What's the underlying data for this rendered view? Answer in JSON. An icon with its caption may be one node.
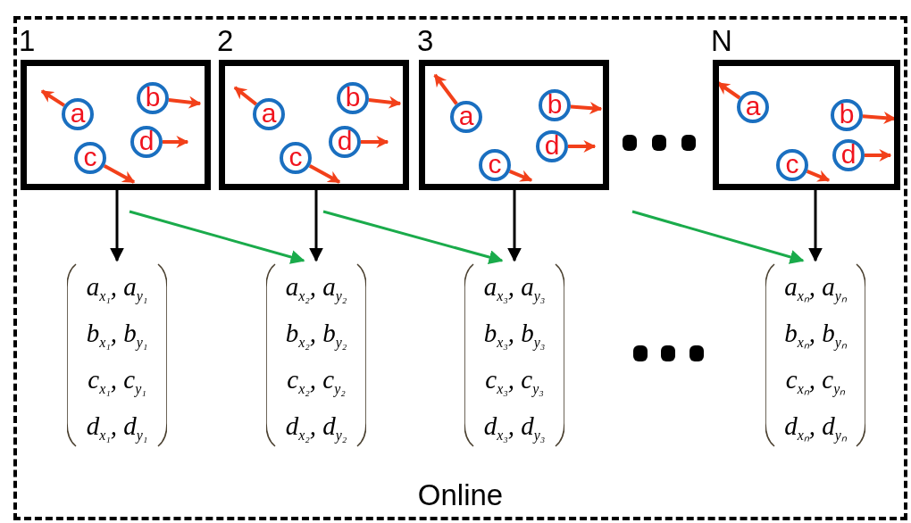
{
  "diagram": {
    "nodes": [
      {
        "text": [
          "Online"
        ]
      },
      {
        "text": [
          "1"
        ],
        "in": 0
      },
      {
        "text": [
          "a"
        ],
        "in": 1
      },
      {
        "text": [
          "b"
        ],
        "in": 1
      },
      {
        "text": [
          "c"
        ],
        "in": 1
      },
      {
        "text": [
          "d"
        ],
        "in": 1
      },
      {
        "text": [
          "2"
        ],
        "in": 0
      },
      {
        "text": [
          "a"
        ],
        "in": 6
      },
      {
        "text": [
          "b"
        ],
        "in": 6
      },
      {
        "text": [
          "c"
        ],
        "in": 6
      },
      {
        "text": [
          "d"
        ],
        "in": 6
      },
      {
        "text": [
          "3"
        ],
        "in": 0
      },
      {
        "text": [
          "a"
        ],
        "in": 11
      },
      {
        "text": [
          "b"
        ],
        "in": 11
      },
      {
        "text": [
          "c"
        ],
        "in": 11
      },
      {
        "text": [
          "d"
        ],
        "in": 11
      },
      {
        "text": [
          "N"
        ],
        "in": 0
      },
      {
        "text": [
          "a"
        ],
        "in": 16
      },
      {
        "text": [
          "b"
        ],
        "in": 16
      },
      {
        "text": [
          "c"
        ],
        "in": 16
      },
      {
        "text": [
          "d"
        ],
        "in": 16
      },
      {
        "text": [
          "a$_{x₁}$, a$_{y₁}$",
          "b$_{x₁}$, b$_{y₁}$",
          "c$_{x₁}$, c$_{y₁}$",
          "d$_{x₁}$, d$_{y₁}$"
        ],
        "in": 0
      },
      {
        "text": [
          "a$_{x₂}$, a$_{y₂}$",
          "b$_{x₂}$, b$_{y₂}$",
          "c$_{x₂}$, c$_{y₂}$",
          "d$_{x₂}$, d$_{y₂}$"
        ],
        "in": 0
      },
      {
        "text": [
          "a$_{x₃}$, a$_{y₃}$",
          "b$_{x₃}$, b$_{y₃}$",
          "c$_{x₃}$, c$_{y₃}$",
          "d$_{x₃}$, d$_{y₃}$"
        ],
        "in": 0
      },
      {
        "text": [
          "a$_{xₙ}$, a$_{yₙ}$",
          "b$_{xₙ}$, b$_{yₙ}$",
          "c$_{xₙ}$, c$_{yₙ}$",
          "d$_{xₙ}$, d$_{yₙ}$"
        ],
        "in": 0
      }
    ],
    "edges": [
      {
        "from": 2,
        "to": null,
        "arrow": "to"
      },
      {
        "from": 3,
        "to": null,
        "arrow": "to"
      },
      {
        "from": 4,
        "to": null,
        "arrow": "to"
      },
      {
        "from": 5,
        "to": null,
        "arrow": "to"
      },
      {
        "from": 7,
        "to": null,
        "arrow": "to"
      },
      {
        "from": 8,
        "to": null,
        "arrow": "to"
      },
      {
        "from": 9,
        "to": null,
        "arrow": "to"
      },
      {
        "from": 10,
        "to": null,
        "arrow": "to"
      },
      {
        "from": 12,
        "to": null,
        "arrow": "to"
      },
      {
        "from": 13,
        "to": null,
        "arrow": "to"
      },
      {
        "from": 14,
        "to": null,
        "arrow": "to"
      },
      {
        "from": 15,
        "to": null,
        "arrow": "to"
      },
      {
        "from": 17,
        "to": null,
        "arrow": "to"
      },
      {
        "from": 18,
        "to": null,
        "arrow": "to"
      },
      {
        "from": 19,
        "to": null,
        "arrow": "to"
      },
      {
        "from": 20,
        "to": null,
        "arrow": "to"
      },
      {
        "from": 1,
        "to": 21,
        "arrow": "to",
        "color": "#000000"
      },
      {
        "from": 6,
        "to": 22,
        "arrow": "to",
        "color": "#000000"
      },
      {
        "from": 11,
        "to": 23,
        "arrow": "to",
        "color": "#000000"
      },
      {
        "from": 16,
        "to": 24,
        "arrow": "to",
        "color": "#000000"
      },
      {
        "from": null,
        "to": 22,
        "arrow": "to",
        "color": "#1aab4b"
      },
      {
        "from": null,
        "to": 23,
        "arrow": "to",
        "color": "#1aab4b"
      },
      {
        "from": null,
        "to": 24,
        "arrow": "to",
        "color": "#1aab4b"
      }
    ]
  }
}
